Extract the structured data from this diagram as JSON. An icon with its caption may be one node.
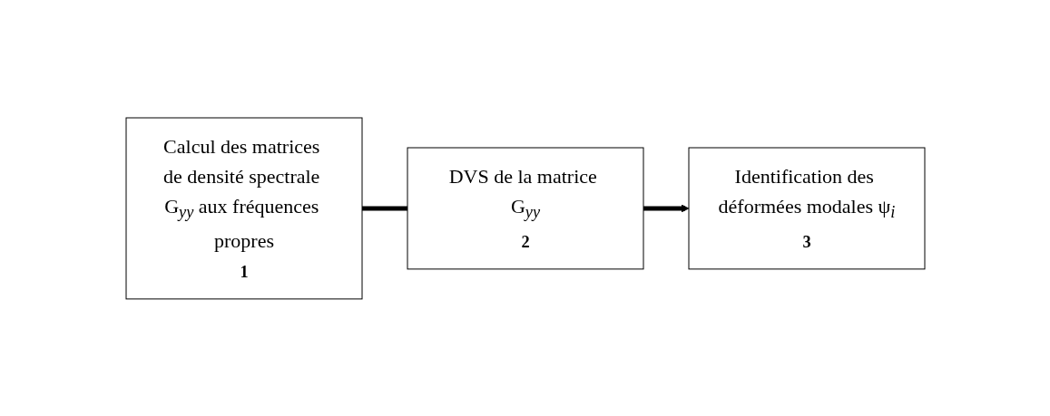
{
  "diagram": {
    "nodes": [
      {
        "text": [
          "Calcul des matrices de densité spectrale G$_{yy}$ aux fréquences propres",
          "1"
        ]
      },
      {
        "text": [
          "DVS de la matrice G$_{yy}$",
          "2"
        ]
      },
      {
        "text": [
          "Identification des déformées modales ψ$_{i}$",
          "3"
        ]
      }
    ],
    "edges": [
      {
        "from": 0,
        "to": 1,
        "arrow": "none"
      },
      {
        "from": 1,
        "to": 2,
        "arrow": "to"
      }
    ]
  }
}
